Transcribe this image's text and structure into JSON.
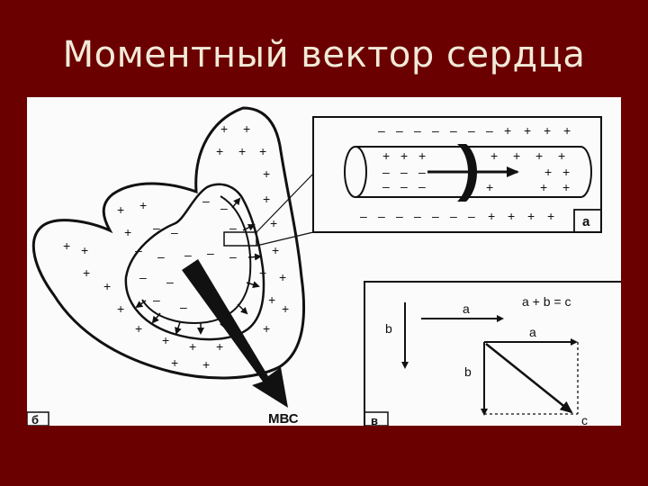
{
  "slide": {
    "title": "Моментный вектор сердца"
  },
  "figure": {
    "panel_a": {
      "label": "а"
    },
    "panel_b": {
      "label": "б",
      "vector_label": "МВС"
    },
    "panel_v": {
      "label": "в",
      "equation": "a + b = c",
      "vec_a_label": "a",
      "vec_b_label": "b",
      "sum_a_label": "a",
      "sum_b_label": "b",
      "sum_c_label": "c"
    },
    "signs": {
      "plus": "+",
      "minus": "–"
    }
  }
}
